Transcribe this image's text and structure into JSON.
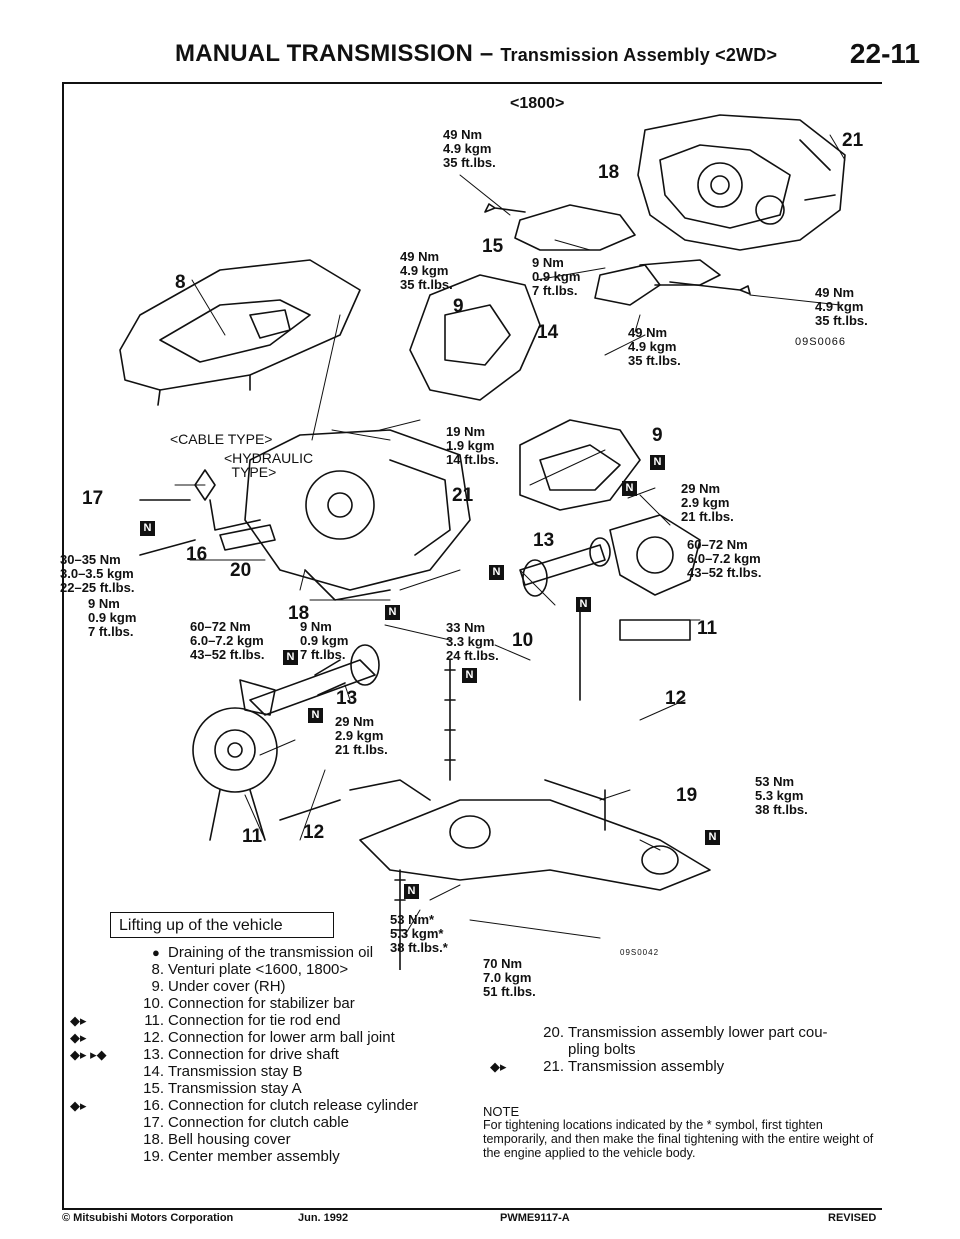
{
  "header": {
    "title_main": "MANUAL TRANSMISSION – ",
    "title_sub": "Transmission Assembly <2WD>",
    "page": "22-11"
  },
  "diagram": {
    "variant": "<1800>",
    "cable_type": "<CABLE TYPE>",
    "hydraulic_type": "<HYDRAULIC\n  TYPE>",
    "code1": "09S0066",
    "code2": "09S0042",
    "torques": {
      "t49a": "49 Nm\n4.9 kgm\n35 ft.lbs.",
      "t49b": "49 Nm\n4.9 kgm\n35 ft.lbs.",
      "t9a": "9 Nm\n0.9 kgm\n7 ft.lbs.",
      "t49c": "49 Nm\n4.9 kgm\n35 ft.lbs.",
      "t49d": "49 Nm\n4.9 kgm\n35 ft.lbs.",
      "t19": "19 Nm\n1.9 kgm\n14 ft.lbs.",
      "t29a": "29 Nm\n2.9 kgm\n21 ft.lbs.",
      "t60a": "60–72 Nm\n6.0–7.2 kgm\n43–52 ft.lbs.",
      "t30": "30–35 Nm\n3.0–3.5 kgm\n22–25 ft.lbs.",
      "t9b": "9 Nm\n0.9 kgm\n7 ft.lbs.",
      "t60b": "60–72 Nm\n6.0–7.2 kgm\n43–52 ft.lbs.",
      "t9c": "9 Nm\n0.9 kgm\n7 ft.lbs.",
      "t33": "33 Nm\n3.3 kgm\n24 ft.lbs.",
      "t29b": "29 Nm\n2.9 kgm\n21 ft.lbs.",
      "t53a": "53 Nm\n5.3 kgm\n38 ft.lbs.",
      "t53b": "53 Nm*\n5.3 kgm*\n38 ft.lbs.*",
      "t70": "70 Nm\n7.0 kgm\n51 ft.lbs."
    },
    "callouts": [
      "8",
      "9",
      "9",
      "10",
      "11",
      "11",
      "12",
      "12",
      "13",
      "13",
      "14",
      "15",
      "16",
      "17",
      "18",
      "18",
      "19",
      "20",
      "21",
      "21"
    ],
    "n_symbol": "N"
  },
  "procedure": {
    "heading": "Lifting up of the vehicle",
    "items": [
      {
        "mark": "",
        "num": "",
        "bullet": "●",
        "text": "Draining of the transmission oil"
      },
      {
        "mark": "",
        "num": "8.",
        "bullet": "",
        "text": "Venturi plate <1600, 1800>"
      },
      {
        "mark": "",
        "num": "9.",
        "bullet": "",
        "text": "Under cover (RH)"
      },
      {
        "mark": "",
        "num": "10.",
        "bullet": "",
        "text": "Connection for stabilizer bar"
      },
      {
        "mark": "◆▸",
        "num": "11.",
        "bullet": "",
        "text": "Connection for tie rod end"
      },
      {
        "mark": "◆▸",
        "num": "12.",
        "bullet": "",
        "text": "Connection for lower arm ball joint"
      },
      {
        "mark": "◆▸  ▸◆",
        "num": "13.",
        "bullet": "",
        "text": "Connection for drive shaft"
      },
      {
        "mark": "",
        "num": "14.",
        "bullet": "",
        "text": "Transmission stay B"
      },
      {
        "mark": "",
        "num": "15.",
        "bullet": "",
        "text": "Transmission stay A"
      },
      {
        "mark": "◆▸",
        "num": "16.",
        "bullet": "",
        "text": "Connection for clutch release cylinder"
      },
      {
        "mark": "",
        "num": "17.",
        "bullet": "",
        "text": "Connection for clutch cable"
      },
      {
        "mark": "",
        "num": "18.",
        "bullet": "",
        "text": "Bell housing cover"
      },
      {
        "mark": "",
        "num": "19.",
        "bullet": "",
        "text": "Center member assembly"
      }
    ],
    "right_items": [
      {
        "mark": "",
        "num": "20.",
        "text": "Transmission assembly lower part cou-\npling bolts"
      },
      {
        "mark": "◆▸",
        "num": "21.",
        "text": "Transmission assembly"
      }
    ],
    "note_heading": "NOTE",
    "note_text": "For tightening locations indicated by the * symbol, first tighten temporarily, and then make the final tightening with the entire weight of the engine applied to the vehicle body."
  },
  "footer": {
    "copyright": "© Mitsubishi Motors Corporation",
    "date": "Jun. 1992",
    "code": "PWME9117-A",
    "status": "REVISED"
  }
}
